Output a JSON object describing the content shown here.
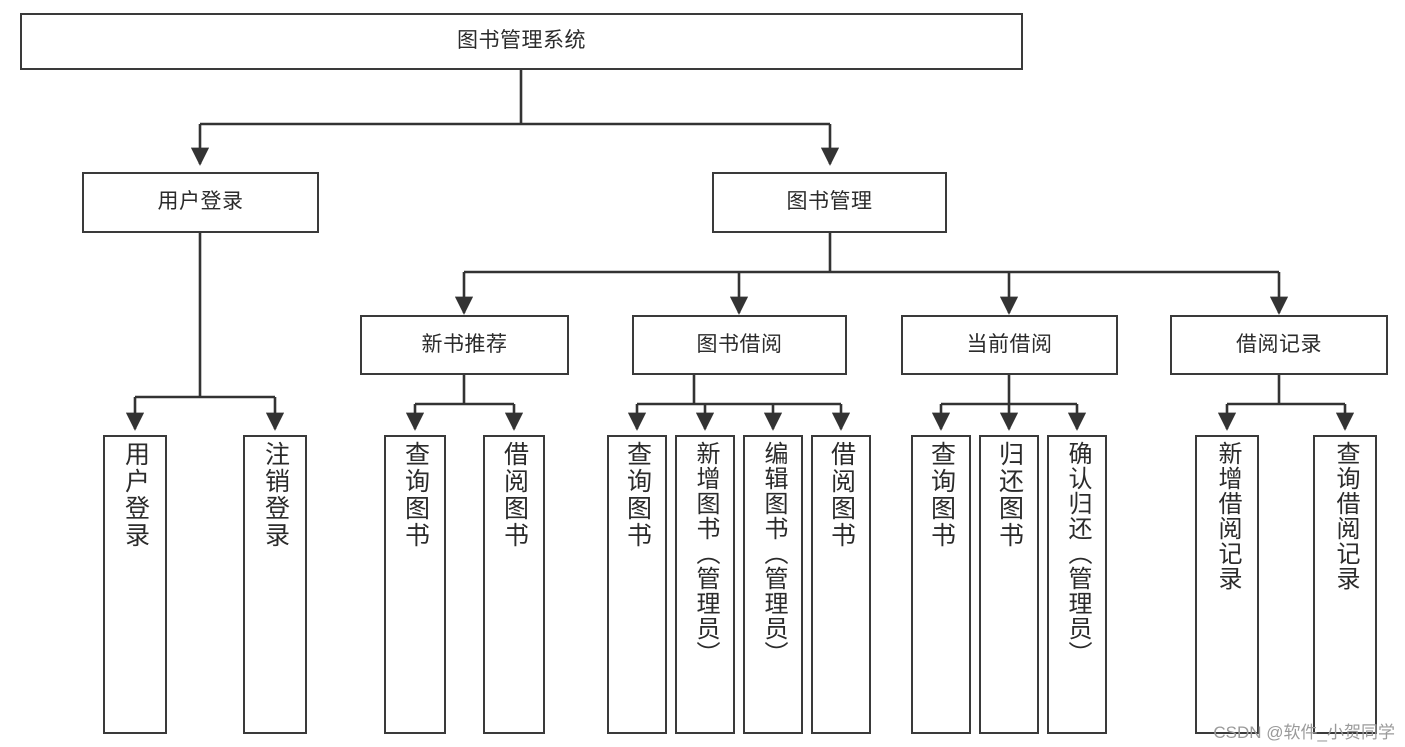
{
  "diagram": {
    "type": "tree-hierarchy-chart",
    "title": "图书管理系统",
    "watermark": "CSDN @软件_小贺同学",
    "colors": {
      "box_border": "#3a3a3a",
      "box_fill": "#ffffff",
      "connector": "#333333",
      "text": "#2b2b2b",
      "watermark": "#9a9a9a"
    },
    "levels": {
      "root": {
        "label": "图书管理系统"
      },
      "level2": [
        {
          "label": "用户登录"
        },
        {
          "label": "图书管理"
        }
      ],
      "level3": [
        {
          "label": "新书推荐",
          "parent": "图书管理"
        },
        {
          "label": "图书借阅",
          "parent": "图书管理"
        },
        {
          "label": "当前借阅",
          "parent": "图书管理"
        },
        {
          "label": "借阅记录",
          "parent": "图书管理"
        }
      ],
      "leaves": {
        "user_login": [
          {
            "label": "用户登录"
          },
          {
            "label": "注销登录"
          }
        ],
        "new_book_recommend": [
          {
            "label": "查询图书"
          },
          {
            "label": "借阅图书"
          }
        ],
        "book_borrow": [
          {
            "label": "查询图书"
          },
          {
            "label": "新增图书（管理员）"
          },
          {
            "label": "编辑图书（管理员）"
          },
          {
            "label": "借阅图书"
          }
        ],
        "current_borrow": [
          {
            "label": "查询图书"
          },
          {
            "label": "归还图书"
          },
          {
            "label": "确认归还（管理员）"
          }
        ],
        "borrow_record": [
          {
            "label": "新增借阅记录"
          },
          {
            "label": "查询借阅记录"
          }
        ]
      }
    }
  }
}
